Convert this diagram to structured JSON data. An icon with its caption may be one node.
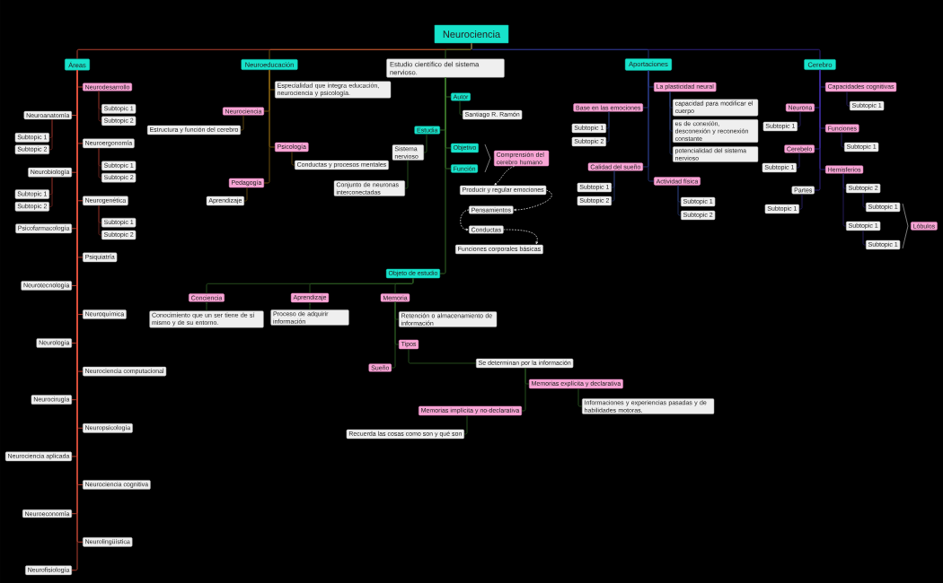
{
  "diagram": {
    "nodes": [
      {
        "text": [
          "Neurociencia"
        ]
      },
      {
        "text": [
          "Áreas"
        ]
      },
      {
        "text": [
          "Neuroeducación"
        ]
      },
      {
        "text": [
          "Estudio científico del sistema nervioso."
        ]
      },
      {
        "text": [
          "Aportaciones"
        ]
      },
      {
        "text": [
          "Cerebro"
        ]
      },
      {
        "text": [
          "Neurodesarrollo"
        ]
      },
      {
        "text": [
          "Subtopic 1"
        ]
      },
      {
        "text": [
          "Subtopic 2"
        ]
      },
      {
        "text": [
          "Neuroanatomía"
        ]
      },
      {
        "text": [
          "Subtopic 1"
        ]
      },
      {
        "text": [
          "Subtopic 2"
        ]
      },
      {
        "text": [
          "Neuroergonomía"
        ]
      },
      {
        "text": [
          "Subtopic 1"
        ]
      },
      {
        "text": [
          "Subtopic 2"
        ]
      },
      {
        "text": [
          "Neurobiología"
        ]
      },
      {
        "text": [
          "Subtopic 1"
        ]
      },
      {
        "text": [
          "Subtopic 2"
        ]
      },
      {
        "text": [
          "Neurogenética"
        ]
      },
      {
        "text": [
          "Subtopic 1"
        ]
      },
      {
        "text": [
          "Subtopic 2"
        ]
      },
      {
        "text": [
          "Psicofarmacología"
        ]
      },
      {
        "text": [
          "Psiquiatría"
        ]
      },
      {
        "text": [
          "Neurotecnología"
        ]
      },
      {
        "text": [
          "Neuroquímica"
        ]
      },
      {
        "text": [
          "Neurología"
        ]
      },
      {
        "text": [
          "Neurociencia computacional"
        ]
      },
      {
        "text": [
          "Neurocirugía"
        ]
      },
      {
        "text": [
          "Neuropsicología"
        ]
      },
      {
        "text": [
          "Neurociencia aplicada"
        ]
      },
      {
        "text": [
          "Neurociencia cognitiva"
        ]
      },
      {
        "text": [
          "Neuroeconomía"
        ]
      },
      {
        "text": [
          "Neurolingüística"
        ]
      },
      {
        "text": [
          "Neurofisiología"
        ]
      },
      {
        "text": [
          "Especialidad que integra educación, neurociencia y psicología."
        ]
      },
      {
        "text": [
          "Neurociencia"
        ]
      },
      {
        "text": [
          "Estructura y función del cerebro"
        ]
      },
      {
        "text": [
          "Psicología"
        ]
      },
      {
        "text": [
          "Conductas y procesos mentales"
        ]
      },
      {
        "text": [
          "Pedagogía"
        ]
      },
      {
        "text": [
          "Aprendizaje"
        ]
      },
      {
        "text": [
          "Autor"
        ]
      },
      {
        "text": [
          "Santiago R. Ramón"
        ]
      },
      {
        "text": [
          "Estudia"
        ]
      },
      {
        "text": [
          "Sistema nervioso"
        ]
      },
      {
        "text": [
          "Conjunto de neuronas interconectadas"
        ]
      },
      {
        "text": [
          "Objetivo"
        ]
      },
      {
        "text": [
          "Función"
        ]
      },
      {
        "text": [
          "Comprensión del cerebro humano"
        ]
      },
      {
        "text": [
          "Producir y regular emociones"
        ]
      },
      {
        "text": [
          "Pensamientos"
        ]
      },
      {
        "text": [
          "Conductas"
        ]
      },
      {
        "text": [
          "Funciones corporales básicas"
        ]
      },
      {
        "text": [
          "Objeto de estudio"
        ]
      },
      {
        "text": [
          "Conciencia"
        ]
      },
      {
        "text": [
          "Conocimiento que un ser tiene de sí mismo y de su entorno."
        ]
      },
      {
        "text": [
          "Aprendizaje"
        ]
      },
      {
        "text": [
          "Proceso de adquirir información"
        ]
      },
      {
        "text": [
          "Memoria"
        ]
      },
      {
        "text": [
          "Retención o almacenamiento de información"
        ]
      },
      {
        "text": [
          "Tipos"
        ]
      },
      {
        "text": [
          "Se determinan por la información"
        ]
      },
      {
        "text": [
          "Memorias explícita y declarativa"
        ]
      },
      {
        "text": [
          "Informaciones y experiencias pasadas y de habilidades motoras."
        ]
      },
      {
        "text": [
          "Memorias implícita y no-declarativa"
        ]
      },
      {
        "text": [
          "Recuerda las cosas como son y qué son"
        ]
      },
      {
        "text": [
          "Sueño"
        ]
      },
      {
        "text": [
          "La plasticidad neural"
        ]
      },
      {
        "text": [
          "capacidad para modificar el cuerpo"
        ]
      },
      {
        "text": [
          "es de conexión, desconexión y reconexión constante"
        ]
      },
      {
        "text": [
          "potencialidad del sistema nervioso"
        ]
      },
      {
        "text": [
          "Base en las emociones"
        ]
      },
      {
        "text": [
          "Subtopic 1"
        ]
      },
      {
        "text": [
          "Subtopic 2"
        ]
      },
      {
        "text": [
          "Actividad física"
        ]
      },
      {
        "text": [
          "Subtopic 1"
        ]
      },
      {
        "text": [
          "Subtopic 2"
        ]
      },
      {
        "text": [
          "Calidad del sueño"
        ]
      },
      {
        "text": [
          "Subtopic 1"
        ]
      },
      {
        "text": [
          "Subtopic 2"
        ]
      },
      {
        "text": [
          "Capacidades cognitivas"
        ]
      },
      {
        "text": [
          "Subtopic 1"
        ]
      },
      {
        "text": [
          "Neurona"
        ]
      },
      {
        "text": [
          "Subtopic 1"
        ]
      },
      {
        "text": [
          "Funciones"
        ]
      },
      {
        "text": [
          "Subtopic 1"
        ]
      },
      {
        "text": [
          "Cerebelo"
        ]
      },
      {
        "text": [
          "Subtopic 1"
        ]
      },
      {
        "text": [
          "Hemisferios"
        ]
      },
      {
        "text": [
          "Subtopic 2"
        ]
      },
      {
        "text": [
          "Subtopic 1"
        ]
      },
      {
        "text": [
          "Subtopic 1"
        ]
      },
      {
        "text": [
          "Subtopic 1"
        ]
      },
      {
        "text": [
          "Lóbulos"
        ]
      },
      {
        "text": [
          "Partes"
        ]
      },
      {
        "text": [
          "Subtopic 1"
        ]
      }
    ],
    "edges": [
      {
        "from": 0,
        "to": 5,
        "arrow": "none",
        "color": "#3d2c9c"
      },
      {
        "from": 0,
        "to": 4,
        "arrow": "none",
        "color": "#2b3d8a"
      },
      {
        "from": 0,
        "to": 2,
        "arrow": "none",
        "color": "#8a6512"
      },
      {
        "from": 0,
        "to": 1,
        "arrow": "none"
      },
      {
        "from": 0,
        "to": 3,
        "arrow": "none",
        "color": "#3f7f2e"
      },
      {
        "from": 1,
        "to": 6,
        "arrow": "none"
      },
      {
        "from": 1,
        "to": 9,
        "arrow": "none"
      },
      {
        "from": 1,
        "to": 12,
        "arrow": "none"
      },
      {
        "from": 1,
        "to": 15,
        "arrow": "none"
      },
      {
        "from": 1,
        "to": 18,
        "arrow": "none"
      },
      {
        "from": 1,
        "to": 21,
        "arrow": "none"
      },
      {
        "from": 1,
        "to": 22,
        "arrow": "none"
      },
      {
        "from": 1,
        "to": 23,
        "arrow": "none"
      },
      {
        "from": 1,
        "to": 24,
        "arrow": "none"
      },
      {
        "from": 1,
        "to": 25,
        "arrow": "none"
      },
      {
        "from": 1,
        "to": 26,
        "arrow": "none"
      },
      {
        "from": 1,
        "to": 27,
        "arrow": "none"
      },
      {
        "from": 1,
        "to": 28,
        "arrow": "none"
      },
      {
        "from": 1,
        "to": 29,
        "arrow": "none"
      },
      {
        "from": 1,
        "to": 30,
        "arrow": "none"
      },
      {
        "from": 1,
        "to": 31,
        "arrow": "none"
      },
      {
        "from": 1,
        "to": 32,
        "arrow": "none"
      },
      {
        "from": 1,
        "to": 33,
        "arrow": "none"
      },
      {
        "from": 6,
        "to": 7,
        "arrow": "none",
        "color": "#7a2a22"
      },
      {
        "from": 6,
        "to": 8,
        "arrow": "none",
        "color": "#7a2a22"
      },
      {
        "from": 9,
        "to": 10,
        "arrow": "none",
        "color": "#7a2a22"
      },
      {
        "from": 9,
        "to": 11,
        "arrow": "none",
        "color": "#7a2a22"
      },
      {
        "from": 12,
        "to": 13,
        "arrow": "none",
        "color": "#7a2a22"
      },
      {
        "from": 12,
        "to": 14,
        "arrow": "none",
        "color": "#7a2a22"
      },
      {
        "from": 15,
        "to": 16,
        "arrow": "none",
        "color": "#7a2a22"
      },
      {
        "from": 15,
        "to": 17,
        "arrow": "none",
        "color": "#7a2a22"
      },
      {
        "from": 18,
        "to": 19,
        "arrow": "none",
        "color": "#7a2a22"
      },
      {
        "from": 18,
        "to": 20,
        "arrow": "none",
        "color": "#7a2a22"
      },
      {
        "from": 2,
        "to": 34,
        "arrow": "none",
        "color": "#8a6512"
      },
      {
        "from": 2,
        "to": 35,
        "arrow": "none",
        "color": "#8a6512"
      },
      {
        "from": 2,
        "to": 37,
        "arrow": "none",
        "color": "#8a6512"
      },
      {
        "from": 2,
        "to": 39,
        "arrow": "none",
        "color": "#8a6512"
      },
      {
        "from": 35,
        "to": 36,
        "arrow": "none",
        "color": "#6e5010"
      },
      {
        "from": 37,
        "to": 38,
        "arrow": "none",
        "color": "#6e5010"
      },
      {
        "from": 39,
        "to": 40,
        "arrow": "none",
        "color": "#6e5010"
      },
      {
        "from": 3,
        "to": 41,
        "arrow": "none",
        "color": "#3f7f2e"
      },
      {
        "from": 3,
        "to": 43,
        "arrow": "none",
        "color": "#3f7f2e"
      },
      {
        "from": 3,
        "to": 46,
        "arrow": "none",
        "color": "#3f7f2e"
      },
      {
        "from": 3,
        "to": 47,
        "arrow": "none",
        "color": "#3f7f2e"
      },
      {
        "from": 3,
        "to": 53,
        "arrow": "none",
        "color": "#3f7f2e"
      },
      {
        "from": 41,
        "to": 42,
        "arrow": "none",
        "color": "#2f5f24"
      },
      {
        "from": 43,
        "to": 44,
        "arrow": "none",
        "color": "#2f5f24"
      },
      {
        "from": 44,
        "to": 45,
        "arrow": "none",
        "color": "#2f5f24"
      },
      {
        "from": 53,
        "to": 54,
        "arrow": "none",
        "color": "#2f5f24"
      },
      {
        "from": 53,
        "to": 56,
        "arrow": "none",
        "color": "#2f5f24"
      },
      {
        "from": 53,
        "to": 58,
        "arrow": "none",
        "color": "#2f5f24"
      },
      {
        "from": 54,
        "to": 55,
        "arrow": "none",
        "color": "#2f5f24"
      },
      {
        "from": 56,
        "to": 57,
        "arrow": "none",
        "color": "#2f5f24"
      },
      {
        "from": 58,
        "to": 59,
        "arrow": "none",
        "color": "#2f5f24"
      },
      {
        "from": 58,
        "to": 60,
        "arrow": "none",
        "color": "#2f5f24"
      },
      {
        "from": 58,
        "to": 66,
        "arrow": "none",
        "color": "#2f5f24"
      },
      {
        "from": 60,
        "to": 61,
        "arrow": "none",
        "color": "#2f5f24"
      },
      {
        "from": 61,
        "to": 62,
        "arrow": "none",
        "color": "#2f5f24"
      },
      {
        "from": 61,
        "to": 64,
        "arrow": "none",
        "color": "#2f5f24"
      },
      {
        "from": 62,
        "to": 63,
        "arrow": "none",
        "color": "#2f5f24"
      },
      {
        "from": 64,
        "to": 65,
        "arrow": "none",
        "color": "#2f5f24"
      },
      {
        "from": 48,
        "to": 49,
        "arrow": "to",
        "style": "dashed",
        "color": "#d9d9d9"
      },
      {
        "from": 49,
        "to": 50,
        "arrow": "to",
        "style": "dashed",
        "color": "#d9d9d9"
      },
      {
        "from": 50,
        "to": 51,
        "arrow": "to",
        "style": "dashed",
        "color": "#d9d9d9"
      },
      {
        "from": 51,
        "to": 52,
        "arrow": "to",
        "style": "dashed",
        "color": "#d9d9d9"
      },
      {
        "from": 4,
        "to": 67,
        "arrow": "none",
        "color": "#2b3d8a"
      },
      {
        "from": 4,
        "to": 71,
        "arrow": "none",
        "color": "#2b3d8a"
      },
      {
        "from": 4,
        "to": 74,
        "arrow": "none",
        "color": "#2b3d8a"
      },
      {
        "from": 4,
        "to": 77,
        "arrow": "none",
        "color": "#2b3d8a"
      },
      {
        "from": 67,
        "to": 68,
        "arrow": "none",
        "color": "#26376e"
      },
      {
        "from": 67,
        "to": 69,
        "arrow": "none",
        "color": "#26376e"
      },
      {
        "from": 67,
        "to": 70,
        "arrow": "none",
        "color": "#26376e"
      },
      {
        "from": 71,
        "to": 72,
        "arrow": "none",
        "color": "#26376e"
      },
      {
        "from": 71,
        "to": 73,
        "arrow": "none",
        "color": "#26376e"
      },
      {
        "from": 74,
        "to": 75,
        "arrow": "none",
        "color": "#26376e"
      },
      {
        "from": 74,
        "to": 76,
        "arrow": "none",
        "color": "#26376e"
      },
      {
        "from": 77,
        "to": 78,
        "arrow": "none",
        "color": "#26376e"
      },
      {
        "from": 77,
        "to": 79,
        "arrow": "none",
        "color": "#26376e"
      },
      {
        "from": 5,
        "to": 80,
        "arrow": "none",
        "color": "#3d2c9c"
      },
      {
        "from": 5,
        "to": 82,
        "arrow": "none",
        "color": "#3d2c9c"
      },
      {
        "from": 5,
        "to": 84,
        "arrow": "none",
        "color": "#3d2c9c"
      },
      {
        "from": 5,
        "to": 86,
        "arrow": "none",
        "color": "#3d2c9c"
      },
      {
        "from": 5,
        "to": 88,
        "arrow": "none",
        "color": "#3d2c9c"
      },
      {
        "from": 5,
        "to": 94,
        "arrow": "none",
        "color": "#3d2c9c"
      },
      {
        "from": 80,
        "to": 81,
        "arrow": "none",
        "color": "#2e2470"
      },
      {
        "from": 82,
        "to": 83,
        "arrow": "none",
        "color": "#2e2470"
      },
      {
        "from": 84,
        "to": 85,
        "arrow": "none",
        "color": "#2e2470"
      },
      {
        "from": 86,
        "to": 87,
        "arrow": "none",
        "color": "#2e2470"
      },
      {
        "from": 88,
        "to": 89,
        "arrow": "none",
        "color": "#2e2470"
      },
      {
        "from": 88,
        "to": 91,
        "arrow": "none",
        "color": "#2e2470"
      },
      {
        "from": 89,
        "to": 90,
        "arrow": "none",
        "color": "#2e2470"
      },
      {
        "from": 91,
        "to": 92,
        "arrow": "none",
        "color": "#2e2470"
      },
      {
        "from": 94,
        "to": 95,
        "arrow": "none",
        "color": "#2e2470"
      }
    ]
  }
}
